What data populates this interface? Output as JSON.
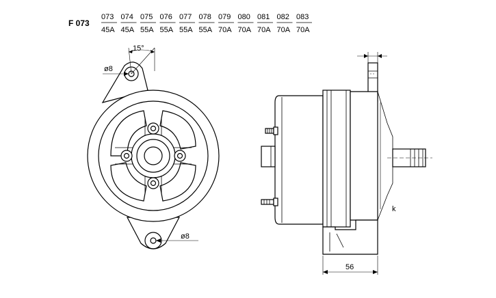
{
  "header": {
    "series": "F 073",
    "models": [
      {
        "code": "073",
        "amp": "45A"
      },
      {
        "code": "074",
        "amp": "45A"
      },
      {
        "code": "075",
        "amp": "55A"
      },
      {
        "code": "076",
        "amp": "55A"
      },
      {
        "code": "077",
        "amp": "55A"
      },
      {
        "code": "078",
        "amp": "55A"
      },
      {
        "code": "079",
        "amp": "70A"
      },
      {
        "code": "080",
        "amp": "70A"
      },
      {
        "code": "081",
        "amp": "70A"
      },
      {
        "code": "082",
        "amp": "70A"
      },
      {
        "code": "083",
        "amp": "70A"
      }
    ]
  },
  "front_view": {
    "angle_label": "15°",
    "top_hole_label": "ø8",
    "bottom_hole_label": "ø8"
  },
  "side_view": {
    "length_label": "56",
    "terminal_label": "k"
  }
}
